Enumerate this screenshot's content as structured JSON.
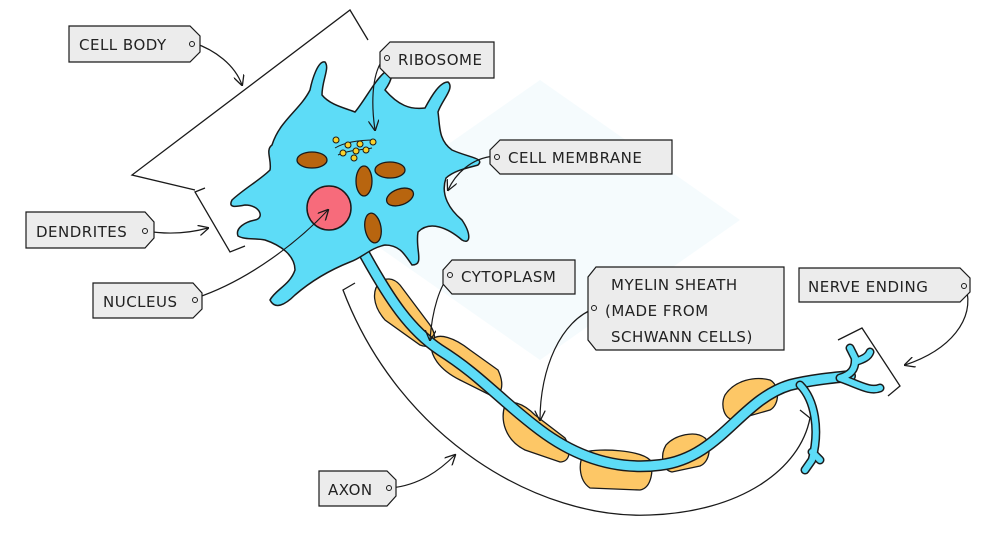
{
  "diagram": {
    "title": "Structure of a motor neuron",
    "colors": {
      "cytoplasm": "#5ddcf7",
      "nucleus": "#f76b7b",
      "myelin": "#fdc766",
      "mitochondria": "#b8650f",
      "ribosome": "#f9d12b",
      "tag_fill": "#ececec",
      "outline": "#1a1a1a"
    },
    "labels": {
      "cell_body": "CELL  BODY",
      "ribosome": "RIBOSOME",
      "cell_membrane": "CELL  MEMBRANE",
      "dendrites": "DENDRITES",
      "nucleus": "NUCLEUS",
      "cytoplasm": "CYTOPLASM",
      "myelin_line1": "MYELIN  SHEATH",
      "myelin_line2": "(MADE  FROM",
      "myelin_line3": "SCHWANN  CELLS)",
      "nerve_ending": "NERVE  ENDING",
      "axon": "AXON"
    }
  }
}
